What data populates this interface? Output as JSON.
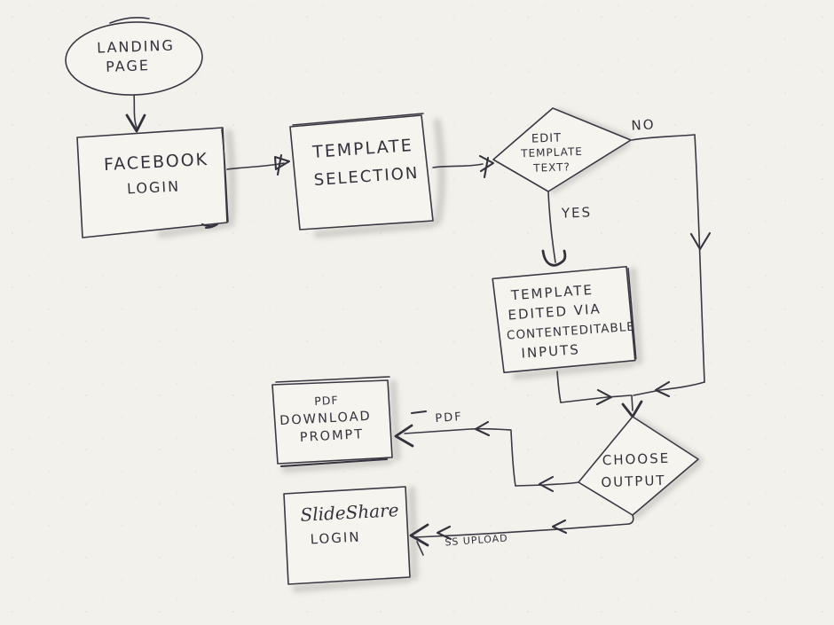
{
  "diagram_type": "hand-drawn flowchart",
  "colors": {
    "paper": "#f2f1eb",
    "ink": "#3a3843",
    "shadow": "#b6b4af"
  },
  "nodes": {
    "landing_page": {
      "shape": "ellipse",
      "lines": [
        "LANDING",
        "PAGE"
      ]
    },
    "facebook_login": {
      "shape": "rectangle",
      "lines": [
        "FACEBOOK",
        "LOGIN"
      ]
    },
    "template_selection": {
      "shape": "rectangle",
      "lines": [
        "TEMPLATE",
        "SELECTION"
      ]
    },
    "edit_template_text": {
      "shape": "diamond",
      "lines": [
        "EDIT",
        "TEMPLATE",
        "TEXT?"
      ]
    },
    "template_edited": {
      "shape": "rectangle",
      "lines": [
        "TEMPLATE",
        "EDITED VIA",
        "CONTENTEDITABLE",
        "INPUTS"
      ]
    },
    "choose_output": {
      "shape": "diamond",
      "lines": [
        "CHOOSE",
        "OUTPUT"
      ]
    },
    "pdf_download_prompt": {
      "shape": "rectangle",
      "lines": [
        "PDF",
        "DOWNLOAD",
        "PROMPT"
      ]
    },
    "slideshare_login": {
      "shape": "rectangle",
      "lines": [
        "SlideShare",
        "LOGIN"
      ]
    }
  },
  "edges": [
    {
      "from": "landing_page",
      "to": "facebook_login",
      "label": ""
    },
    {
      "from": "facebook_login",
      "to": "template_selection",
      "label": ""
    },
    {
      "from": "template_selection",
      "to": "edit_template_text",
      "label": ""
    },
    {
      "from": "edit_template_text",
      "to": "template_edited",
      "label": "YES"
    },
    {
      "from": "edit_template_text",
      "to": "choose_output",
      "label": "NO"
    },
    {
      "from": "template_edited",
      "to": "choose_output",
      "label": ""
    },
    {
      "from": "choose_output",
      "to": "pdf_download_prompt",
      "label": "PDF"
    },
    {
      "from": "choose_output",
      "to": "slideshare_login",
      "label": "SS UPLOAD"
    }
  ]
}
